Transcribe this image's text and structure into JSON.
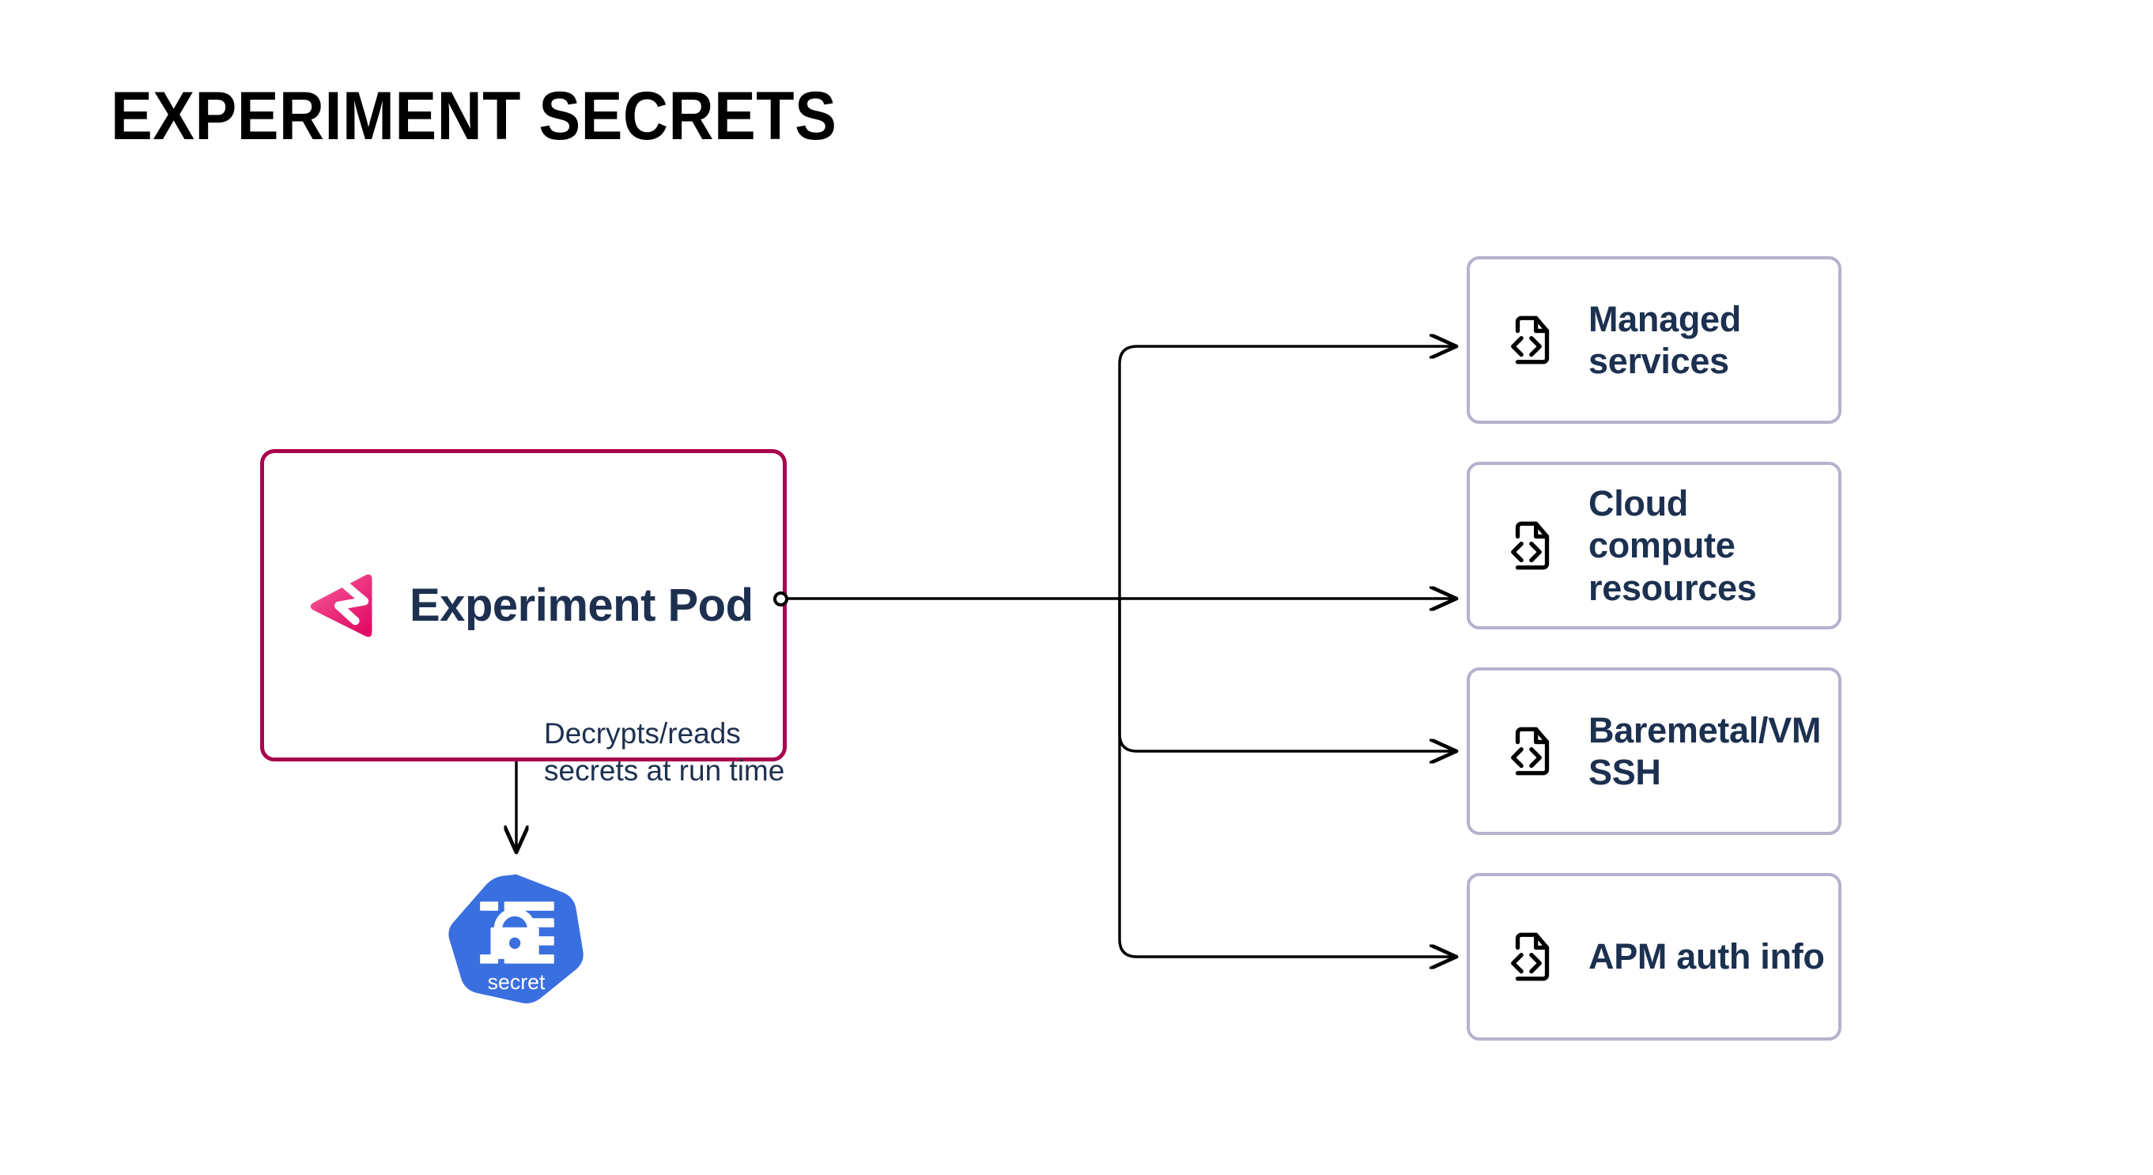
{
  "page": {
    "title": "EXPERIMENT SECRETS",
    "background_color": "#ffffff"
  },
  "colors": {
    "pod_border": "#a8054e",
    "pod_logo_pink_light": "#f2528f",
    "pod_logo_pink_dark": "#e3176f",
    "text_navy": "#1e3050",
    "card_border": "#b3b3cd",
    "connector": "#000000",
    "kubernetes_blue": "#3a6fe0"
  },
  "pod_node": {
    "label": "Experiment Pod",
    "icon": "litmuschaos-logo-icon",
    "port": "connector-port"
  },
  "decrypt_edge": {
    "caption_line_1": "Decrypts/reads",
    "caption_line_2": "secrets at run time",
    "arrow": "down-arrow"
  },
  "secret_node": {
    "label": "secret",
    "icon": "kubernetes-secret-icon"
  },
  "targets": {
    "icon": "file-code-icon",
    "cards": [
      {
        "line_1": "Managed",
        "line_2": "services"
      },
      {
        "line_1": "Cloud compute",
        "line_2": "resources"
      },
      {
        "line_1": "Baremetal/VM",
        "line_2": "SSH"
      },
      {
        "line_1": "APM auth info",
        "line_2": ""
      }
    ]
  }
}
